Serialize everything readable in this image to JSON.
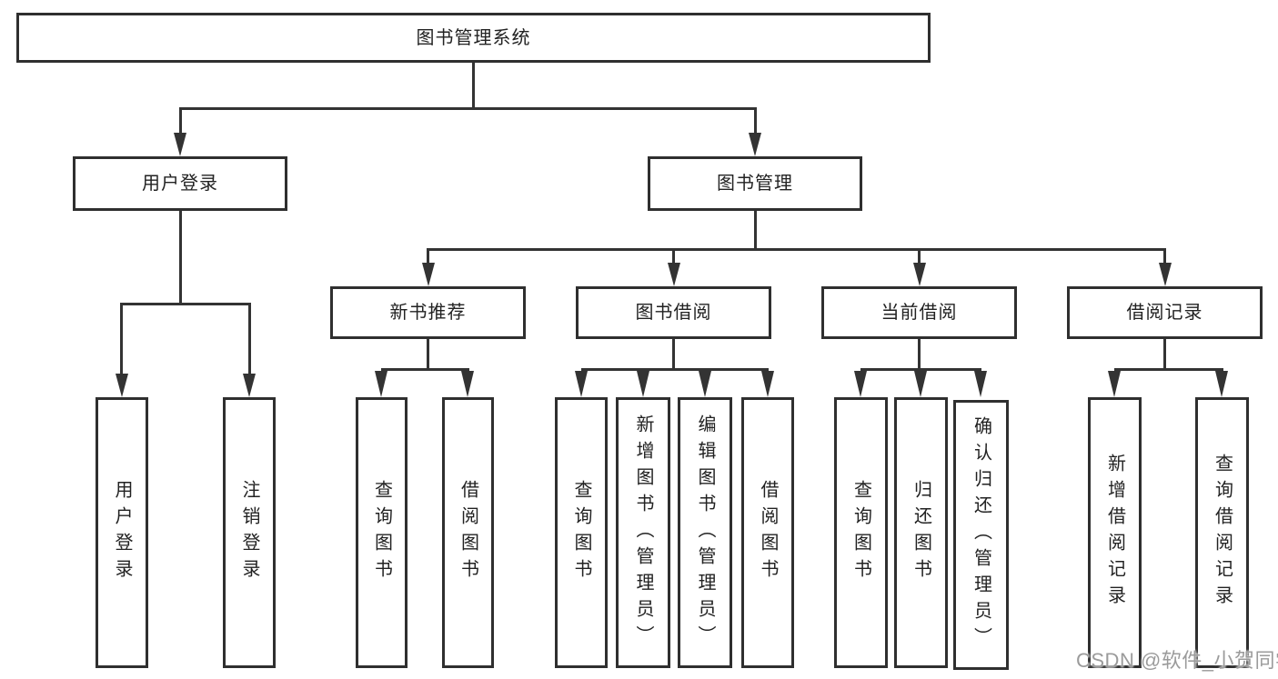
{
  "root": {
    "label": "图书管理系统"
  },
  "l2": {
    "user_login": {
      "label": "用户登录",
      "children": [
        {
          "label": "用户登录"
        },
        {
          "label": "注销登录"
        }
      ]
    },
    "book_mgmt": {
      "label": "图书管理",
      "children": [
        {
          "label": "新书推荐",
          "children": [
            {
              "label": "查询图书"
            },
            {
              "label": "借阅图书"
            }
          ]
        },
        {
          "label": "图书借阅",
          "children": [
            {
              "label": "查询图书"
            },
            {
              "label": "新增图书（管理员）"
            },
            {
              "label": "编辑图书（管理员）"
            },
            {
              "label": "借阅图书"
            }
          ]
        },
        {
          "label": "当前借阅",
          "children": [
            {
              "label": "查询图书"
            },
            {
              "label": "归还图书"
            },
            {
              "label": "确认归还（管理员）"
            }
          ]
        },
        {
          "label": "借阅记录",
          "children": [
            {
              "label": "新增借阅记录"
            },
            {
              "label": "查询借阅记录"
            }
          ]
        }
      ]
    }
  },
  "watermark": {
    "text": "CSDN @软件_小贺同学",
    "color": "#9b9b9b"
  },
  "colors": {
    "line": "#333333",
    "box_border": "#2f2f2f",
    "text": "#222222",
    "background": "#ffffff"
  }
}
